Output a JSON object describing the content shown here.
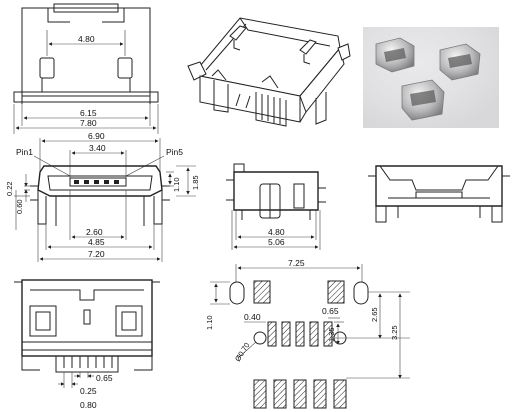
{
  "top_view": {
    "dim_inner": "4.80",
    "dim_mid": "6.15",
    "dim_outer": "7.80"
  },
  "front_view": {
    "dim_top": "6.90",
    "dim_pitch_span": "3.40",
    "pin1_label": "Pin1",
    "pin5_label": "Pin5",
    "dim_h1": "0.22",
    "dim_h2": "0.60",
    "dim_h3": "1.10",
    "dim_h4": "1.85",
    "dim_b1": "2.60",
    "dim_b2": "4.85",
    "dim_b3": "7.20"
  },
  "side_view": {
    "dim_a": "4.80",
    "dim_b": "5.06"
  },
  "bottom_view": {
    "dim_a": "0.25",
    "dim_b": "0.65",
    "dim_c": "0.80"
  },
  "footprint": {
    "dim_width": "7.25",
    "dim_pad_w": "0.40",
    "dim_pitch": "0.65",
    "dim_pad_h": "1.35",
    "dim_left_h": "1.10",
    "dim_hole": "Ø0.70",
    "dim_right_a": "2.65",
    "dim_right_b": "3.25"
  },
  "photo": {
    "alt": ""
  }
}
